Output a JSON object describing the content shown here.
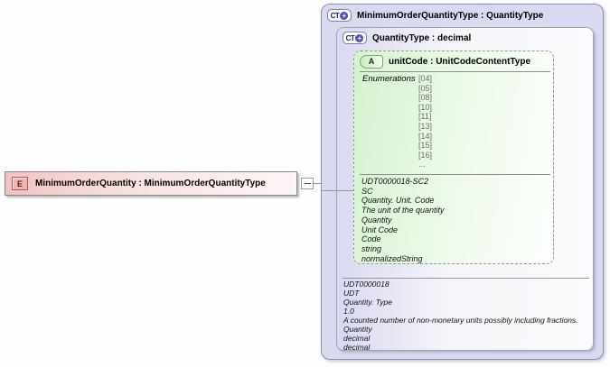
{
  "icons": {
    "element_glyph": "E",
    "complex_type_glyph": "CT",
    "plus_glyph": "+",
    "attribute_glyph": "A",
    "collapse_toggle": "minus"
  },
  "colors": {
    "element_pink": "#f2c2c2",
    "complex_type_lavender": "#d9d9f0",
    "attribute_green": "#d6f2d0",
    "connector_gray": "#999999"
  },
  "element": {
    "title": "MinimumOrderQuantity : MinimumOrderQuantityType"
  },
  "complex_type": {
    "title": "MinimumOrderQuantityType : QuantityType"
  },
  "base_type": {
    "title": "QuantityType : decimal",
    "doc_lines": [
      "UDT0000018",
      "UDT",
      "Quantity. Type",
      "1.0",
      "A counted number of non-monetary units possibly including fractions.",
      "Quantity",
      "decimal",
      "decimal"
    ]
  },
  "attribute": {
    "title": "unitCode : UnitCodeContentType",
    "enumerations_label": "Enumerations",
    "enumerations": [
      "[04]",
      "[05]",
      "[08]",
      "[10]",
      "[11]",
      "[13]",
      "[14]",
      "[15]",
      "[16]",
      "..."
    ],
    "doc_lines": [
      "UDT0000018-SC2",
      "SC",
      "Quantity. Unit. Code",
      "The unit of the quantity",
      "Quantity",
      "Unit Code",
      "Code",
      "string",
      "normalizedString"
    ]
  }
}
